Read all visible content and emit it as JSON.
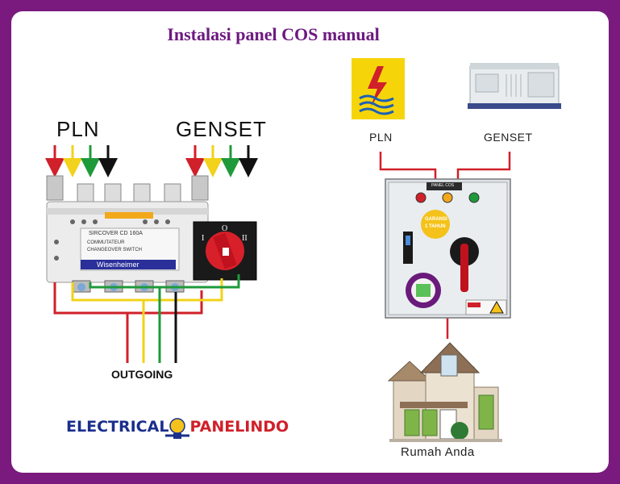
{
  "title": "Instalasi panel COS manual",
  "left_diagram": {
    "source_pln": "PLN",
    "source_genset": "GENSET",
    "switch_brand": "SIRCOVER CD 160A",
    "switch_line1": "COMMUTATEUR",
    "switch_line2": "CHANGEOVER SWITCH",
    "switch_maker": "Wisenheimer",
    "dial_left": "I",
    "dial_center": "O",
    "dial_right": "II",
    "output_label": "OUTGOING"
  },
  "right_diagram": {
    "source_pln": "PLN",
    "source_genset": "GENSET",
    "panel_label": "PANEL COS",
    "badge_line1": "GARANSI",
    "badge_line2": "1 TAHUN",
    "house_label": "Rumah Anda"
  },
  "brand": {
    "part1": "ELECTRICAL",
    "part2": "PANELINDO"
  },
  "colors": {
    "background_frame": "#7a1a7e",
    "title": "#6d1a80",
    "wire_red": "#d0202a",
    "wire_yellow": "#f2d21a",
    "wire_green": "#1f9a3a",
    "wire_black": "#111111",
    "pln_logo_bg": "#f5d50a"
  },
  "icons": [
    "pln-logo-icon",
    "genset-icon",
    "house-icon",
    "panelindo-bulb-icon"
  ]
}
